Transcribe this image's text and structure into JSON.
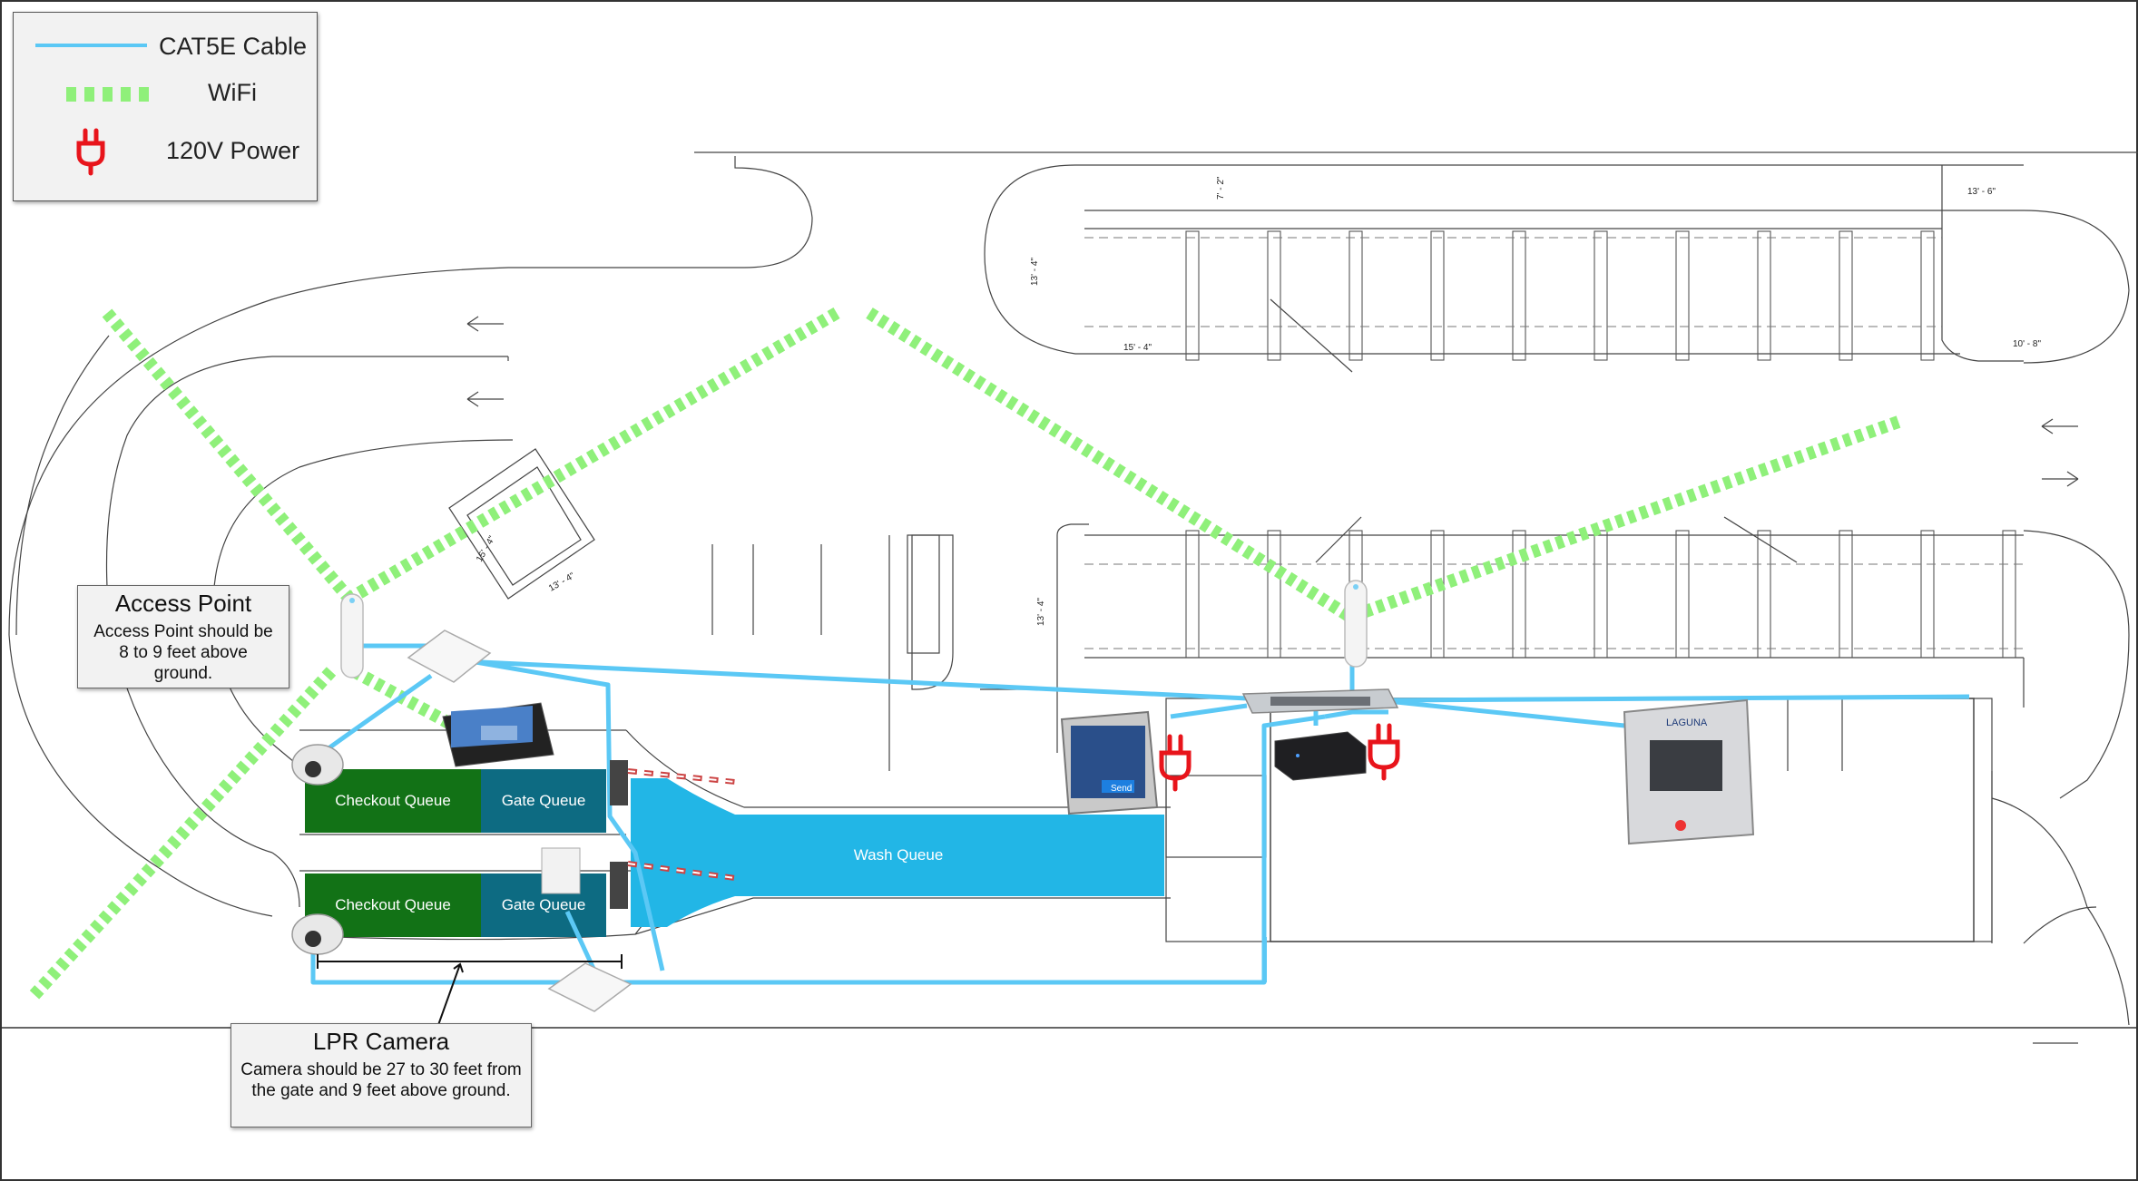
{
  "legend": {
    "items": [
      {
        "label": "CAT5E Cable",
        "icon": "cable-line-icon",
        "color": "#5bc8f5"
      },
      {
        "label": "WiFi",
        "icon": "wifi-dash-icon",
        "color": "#8ff07a"
      },
      {
        "label": "120V Power",
        "icon": "power-plug-icon",
        "color": "#e8141b"
      }
    ]
  },
  "zones": {
    "checkout_top": "Checkout Queue",
    "gate_top": "Gate Queue",
    "checkout_bottom": "Checkout Queue",
    "gate_bottom": "Gate Queue",
    "wash": "Wash Queue"
  },
  "callouts": {
    "access_point": {
      "title": "Access Point",
      "body": "Access Point should be 8 to 9 feet above ground."
    },
    "lpr_camera": {
      "title": "LPR Camera",
      "body": "Camera should be 27 to 30 feet from the gate and 9 feet above ground."
    }
  },
  "dimensions": [
    "13' - 6\"",
    "10' - 8\"",
    "15' - 4\"",
    "13' - 4\"",
    "13' - 4\"",
    "13' - 4\"",
    "7' - 2\"",
    "15' - 4\""
  ],
  "devices": {
    "kiosk_screen": "Send",
    "controller_brand": "LAGUNA"
  },
  "colors": {
    "cable": "#5bc8f5",
    "wifi": "#8ff07a",
    "power": "#e8141b",
    "checkout": "#127216",
    "gate": "#0d6b82",
    "wash": "#22b6e6"
  }
}
